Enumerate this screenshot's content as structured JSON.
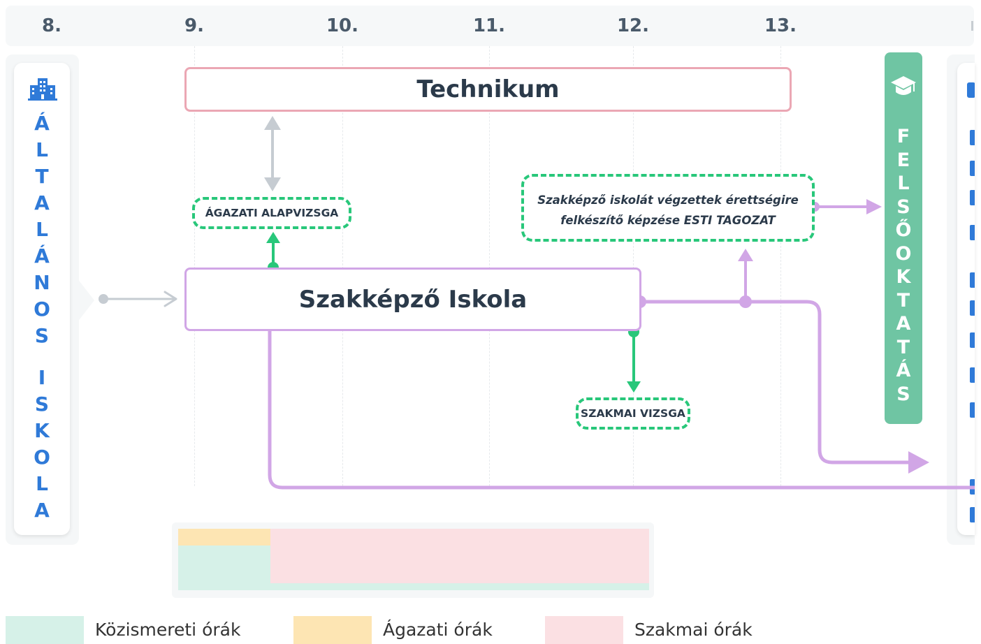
{
  "grades": [
    "8.",
    "9.",
    "10.",
    "11.",
    "12.",
    "13."
  ],
  "left_panel": {
    "icon": "school-building-icon",
    "title_letters": [
      "Á",
      "L",
      "T",
      "A",
      "L",
      "Á",
      "N",
      "O",
      "S",
      "",
      "I",
      "S",
      "K",
      "O",
      "L",
      "A"
    ]
  },
  "boxes": {
    "technikum": "Technikum",
    "szakkepzo": "Szakképző Iskola"
  },
  "exams": {
    "agazati": "ÁGAZATI ALAPVIZSGA",
    "szakmai": "SZAKMAI VIZSGA",
    "esti_line1": "Szakképző iskolát végzettek érettségire",
    "esti_line2": "felkészítő képzése ESTI TAGOZAT"
  },
  "felsooktatas": {
    "icon": "graduation-cap-icon",
    "letters": [
      "F",
      "E",
      "L",
      "S",
      "Ő",
      "O",
      "K",
      "T",
      "A",
      "T",
      "Á",
      "S"
    ]
  },
  "legend": [
    {
      "label": "Közismereti órák",
      "color": "#d6f1e8"
    },
    {
      "label": "Ágazati órák",
      "color": "#fde5b3"
    },
    {
      "label": "Szakmai órák",
      "color": "#fbe0e3"
    }
  ],
  "colors": {
    "pink": "#eba7b4",
    "purple": "#d1a6e6",
    "green": "#28c77a",
    "teal": "#6fc5a3",
    "gray": "#c6ccd2",
    "blue": "#2f7ad8"
  }
}
